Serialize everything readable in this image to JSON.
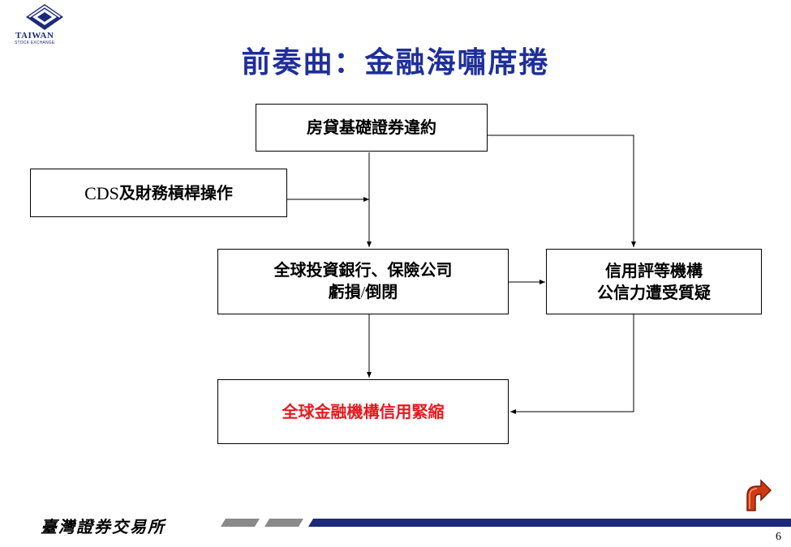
{
  "logo": {
    "name": "TAIWAN",
    "sub": "STOCK EXCHANGE"
  },
  "slide_title": "前奏曲：金融海嘯席捲",
  "nodes": {
    "subprime": "房貸基礎證券違約",
    "cds": {
      "latin": "CDS",
      "cjk": "及財務槓桿操作"
    },
    "banks": {
      "line1": "全球投資銀行、保險公司",
      "line2_a": "虧損",
      "line2_sep": "/",
      "line2_b": "倒閉"
    },
    "rating": {
      "line1": "信用評等機構",
      "line2": "公信力遭受質疑"
    },
    "credit_crunch": "全球金融機構信用緊縮"
  },
  "footer": {
    "org": "臺灣證券交易所",
    "page": "6"
  },
  "colors": {
    "title": "#1f2f9a",
    "highlight": "#e8191e",
    "band": "#1c2a7a",
    "return_icon": "#cf3a14"
  },
  "icons": [
    "taiwan-stock-exchange-logo",
    "return-arrow-icon"
  ]
}
